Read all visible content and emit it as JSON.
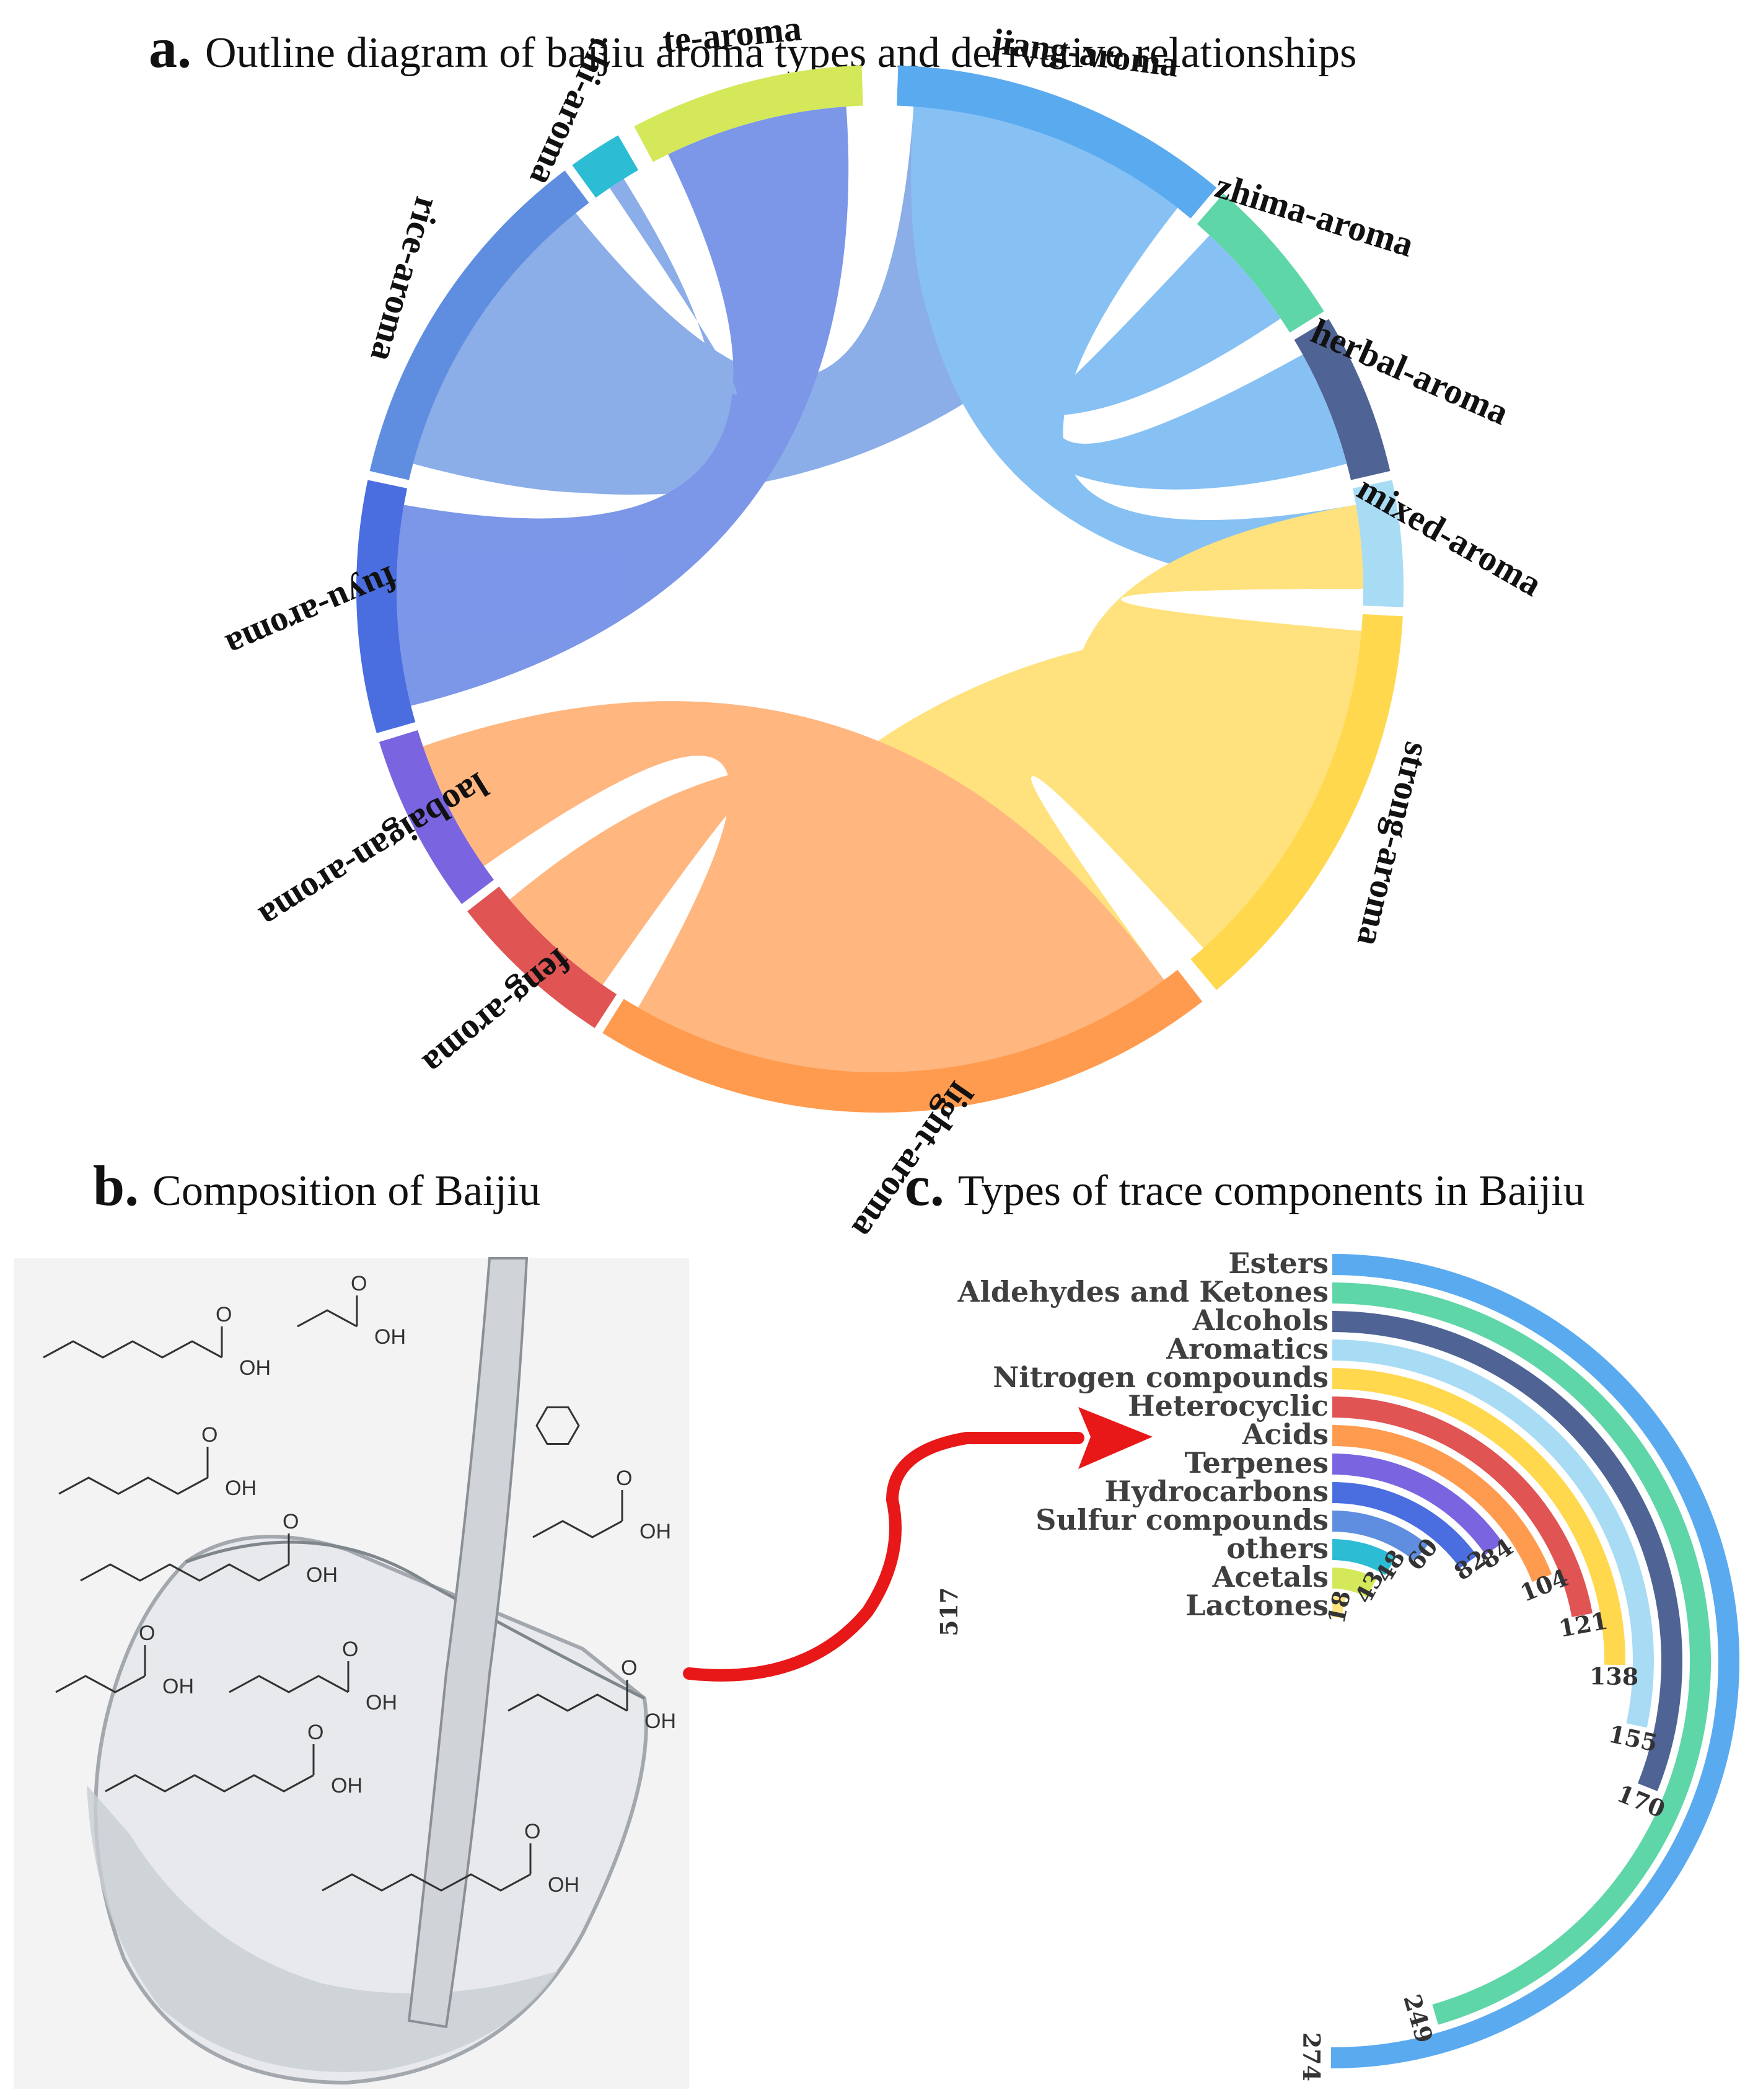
{
  "panel_a": {
    "letter": "a.",
    "title": "Outline diagram of baijiu aroma types and derivative relationships",
    "segments": [
      {
        "label": "te-aroma",
        "color": "#d4e85a"
      },
      {
        "label": "jiang-aroma",
        "color": "#5aaaf0"
      },
      {
        "label": "zhima-aroma",
        "color": "#5fd6a8"
      },
      {
        "label": "herbal-aroma",
        "color": "#4f6494"
      },
      {
        "label": "mixed-aroma",
        "color": "#a8dcf5"
      },
      {
        "label": "strong-aroma",
        "color": "#ffd84d"
      },
      {
        "label": "light-aroma",
        "color": "#ff9b4f"
      },
      {
        "label": "feng-aroma",
        "color": "#e05454"
      },
      {
        "label": "laobaigan-aroma",
        "color": "#7a64e0"
      },
      {
        "label": "fuyu-aroma",
        "color": "#4a6ee0"
      },
      {
        "label": "rice-aroma",
        "color": "#5f8ee0"
      },
      {
        "label": "chi-aroma",
        "color": "#2cbcd4"
      }
    ]
  },
  "panel_b": {
    "letter": "b.",
    "title": "Composition of Baijiu",
    "atom_labels": [
      "O",
      "OH"
    ]
  },
  "panel_c": {
    "letter": "c.",
    "title": "Types of trace components in Baijiu",
    "total_label": "517",
    "chart_data": {
      "type": "bar",
      "orientation": "radial",
      "categories": [
        "Esters",
        "Aldehydes and Ketones",
        "Alcohols",
        "Aromatics",
        "Nitrogen compounds",
        "Heterocyclic",
        "Acids",
        "Terpenes",
        "Hydrocarbons",
        "Sulfur compounds",
        "others",
        "Acetals",
        "Lactones"
      ],
      "values": [
        274,
        249,
        170,
        155,
        138,
        121,
        104,
        84,
        82,
        60,
        48,
        43,
        18
      ],
      "value_labels": [
        "274",
        "249",
        "170",
        "155",
        "138",
        "121",
        "104",
        "84",
        "82",
        "60",
        "48",
        "43",
        "18"
      ],
      "colors": [
        "#5aaaf0",
        "#5fd6a8",
        "#4f6494",
        "#a8dcf5",
        "#ffd84d",
        "#e05454",
        "#ff9b4f",
        "#7a64e0",
        "#4a6ee0",
        "#5f8ee0",
        "#2cbcd4",
        "#d4e85a",
        "#ffe480"
      ],
      "max": 517
    }
  }
}
